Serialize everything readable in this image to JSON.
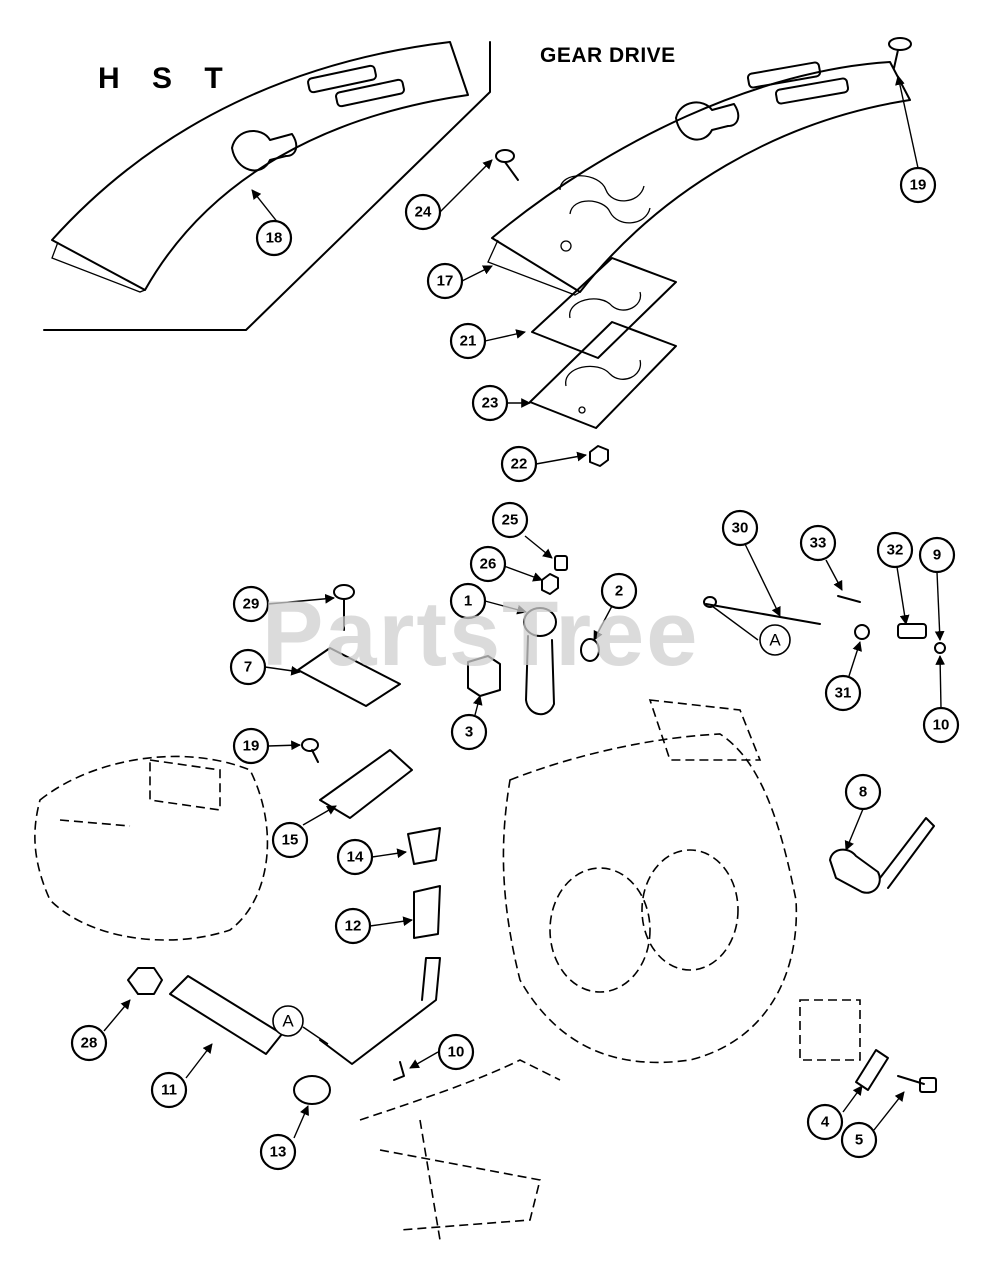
{
  "headings": {
    "hst": "H S T",
    "gear_drive": "GEAR DRIVE"
  },
  "watermark": "PartsTree",
  "callouts": [
    "18",
    "24",
    "17",
    "21",
    "23",
    "22",
    "19",
    "25",
    "26",
    "2",
    "1",
    "3",
    "29",
    "7",
    "19",
    "15",
    "14",
    "12",
    "28",
    "11",
    "10",
    "13",
    "30",
    "33",
    "32",
    "9",
    "31",
    "10",
    "8",
    "4",
    "5"
  ],
  "markers": [
    "A",
    "A"
  ]
}
